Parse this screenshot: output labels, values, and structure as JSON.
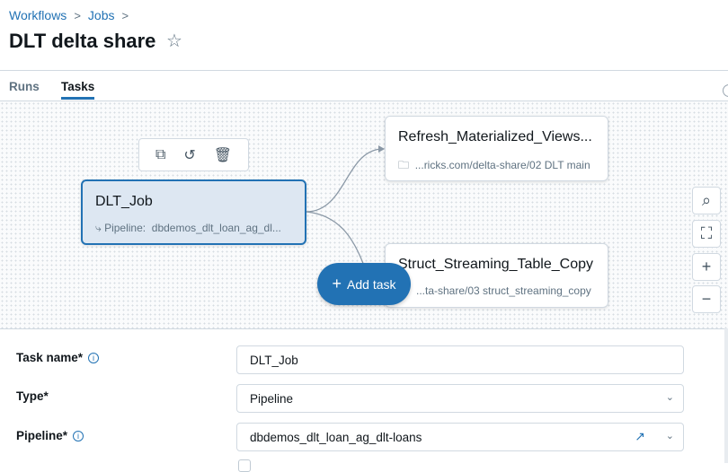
{
  "breadcrumb": [
    "Workflows",
    "Jobs"
  ],
  "title": "DLT delta share",
  "tabs": [
    {
      "label": "Runs",
      "active": false
    },
    {
      "label": "Tasks",
      "active": true
    }
  ],
  "node_toolbar": {
    "icons": [
      "copy-icon",
      "undo-icon",
      "trash-icon"
    ]
  },
  "nodes": [
    {
      "name": "DLT_Job",
      "type_label": "Pipeline:",
      "detail": "dbdemos_dlt_loan_ag_dl...",
      "selected": true
    },
    {
      "name": "Refresh_Materialized_Views...",
      "detail": "...ricks.com/delta-share/02 DLT main"
    },
    {
      "name": "Struct_Streaming_Table_Copy",
      "detail": "...ta-share/03 struct_streaming_copy"
    }
  ],
  "add_task": "Add task",
  "canvas_controls": [
    "search-icon",
    "fit-view-icon",
    "zoom-in-icon",
    "zoom-out-icon"
  ],
  "form": {
    "task_name": {
      "label": "Task name*",
      "value": "DLT_Job"
    },
    "type": {
      "label": "Type*",
      "value": "Pipeline"
    },
    "pipeline": {
      "label": "Pipeline*",
      "value": "dbdemos_dlt_loan_ag_dlt-loans"
    }
  },
  "colors": {
    "accent": "#2272b4",
    "selected_node_bg": "#dde7f2"
  }
}
